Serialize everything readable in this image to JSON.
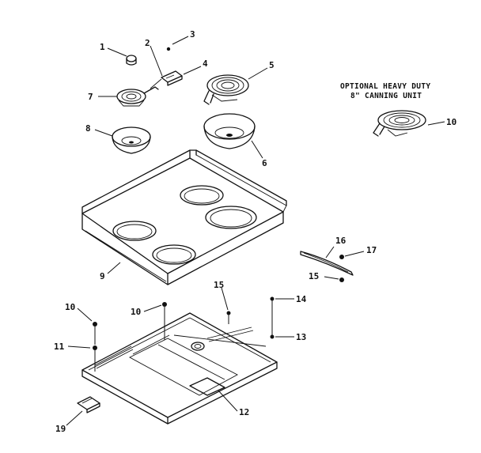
{
  "note": {
    "line1": "OPTIONAL HEAVY DUTY",
    "line2": "8\" CANNING UNIT"
  },
  "callouts": {
    "c1": "1",
    "c2": "2",
    "c3": "3",
    "c4": "4",
    "c5": "5",
    "c6": "6",
    "c7": "7",
    "c8": "8",
    "c9": "9",
    "c10_unit": "10",
    "c10_a": "10",
    "c10_b": "10",
    "c11": "11",
    "c12": "12",
    "c13": "13",
    "c14": "14",
    "c15_top": "15",
    "c15_right": "15",
    "c16": "16",
    "c17": "17",
    "c19": "19"
  }
}
